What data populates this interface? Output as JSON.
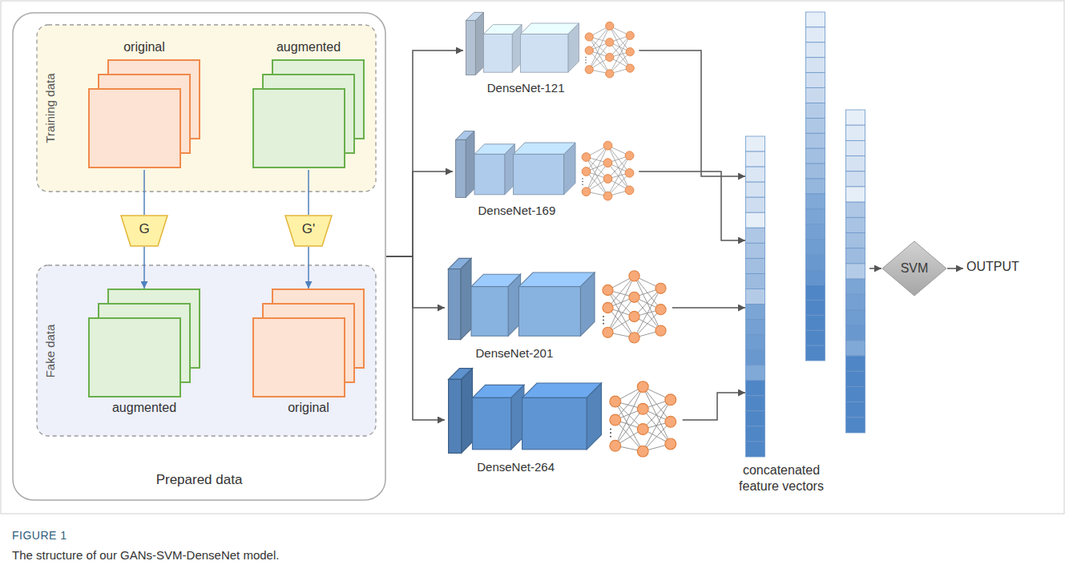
{
  "diagram": {
    "caption": "The structure of our GANs-SVM-DenseNet model.",
    "nodes": [
      {
        "text": [
          "Prepared data"
        ]
      },
      {
        "text": [
          "Training data"
        ],
        "in": 0
      },
      {
        "text": [
          "original"
        ],
        "in": 1
      },
      {
        "text": [
          "augmented"
        ],
        "in": 1
      },
      {
        "text": [
          "Fake data"
        ],
        "in": 0
      },
      {
        "text": [
          "augmented"
        ],
        "in": 4
      },
      {
        "text": [
          "original"
        ],
        "in": 4
      },
      {
        "text": [
          "G"
        ],
        "in": 0
      },
      {
        "text": [
          "G'"
        ],
        "in": 0
      },
      {
        "text": [
          "DenseNet-121"
        ]
      },
      {
        "text": [
          "DenseNet-169"
        ]
      },
      {
        "text": [
          "DenseNet-201"
        ]
      },
      {
        "text": [
          "DenseNet-264"
        ]
      },
      {
        "text": [
          "concatenated feature vectors"
        ]
      },
      {
        "text": [
          "SVM"
        ]
      }
    ],
    "edges": [
      {
        "from": 2,
        "to": 7,
        "arrow": "none"
      },
      {
        "from": 7,
        "to": 5,
        "arrow": "to"
      },
      {
        "from": 3,
        "to": 8,
        "arrow": "none"
      },
      {
        "from": 8,
        "to": 6,
        "arrow": "to"
      },
      {
        "from": 0,
        "to": 9,
        "arrow": "to"
      },
      {
        "from": 0,
        "to": 10,
        "arrow": "to"
      },
      {
        "from": 0,
        "to": 11,
        "arrow": "to"
      },
      {
        "from": 0,
        "to": 12,
        "arrow": "to"
      },
      {
        "from": 9,
        "to": 13,
        "arrow": "to"
      },
      {
        "from": 10,
        "to": 13,
        "arrow": "to"
      },
      {
        "from": 11,
        "to": 13,
        "arrow": "to"
      },
      {
        "from": 12,
        "to": 13,
        "arrow": "to"
      },
      {
        "from": 13,
        "to": 14,
        "arrow": "to"
      }
    ],
    "labels": [
      "OUTPUT",
      "FIGURE 1"
    ]
  }
}
